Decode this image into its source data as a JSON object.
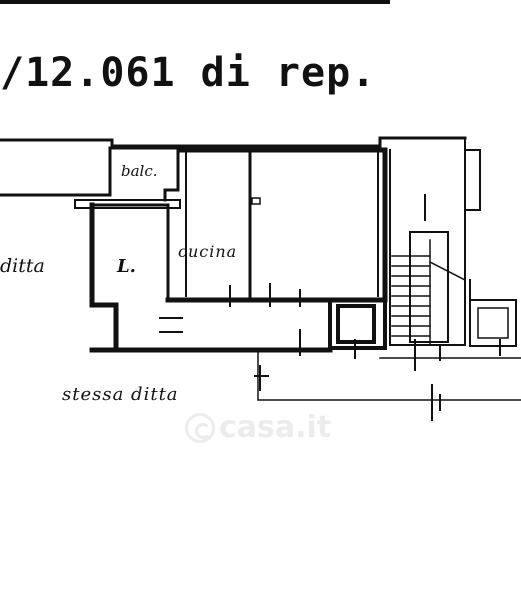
{
  "document": {
    "reference": "/12.061 di rep."
  },
  "plan": {
    "labels": {
      "balcony": "balc.",
      "ditta_left": "ditta",
      "kitchen": "cucina",
      "room": "L.",
      "stessa_ditta": "stessa ditta"
    }
  },
  "watermark": {
    "icon": "casa-logo-icon",
    "text": "casa.it"
  }
}
